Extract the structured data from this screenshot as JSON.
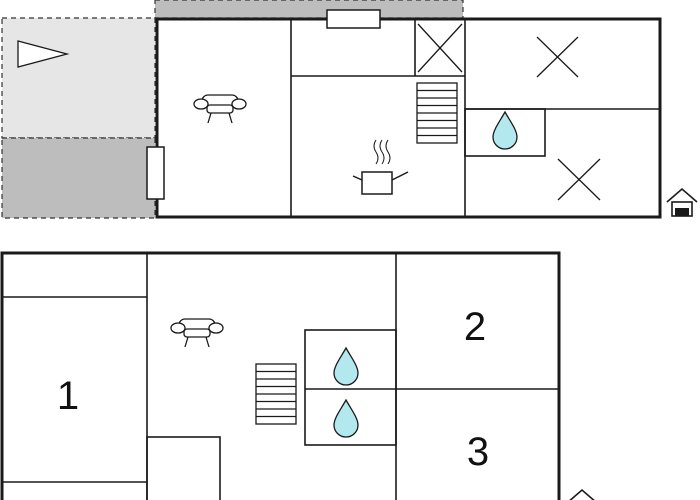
{
  "colors": {
    "wall": "#1a1a1a",
    "terrace_light": "#e6e6e6",
    "terrace_dark": "#bdbdbd",
    "water": "#b3e8ee",
    "background": "#ffffff"
  },
  "icons": {
    "sofa": "sofa-icon",
    "cooking_pot": "cooking-pot-icon",
    "stairs": "staircase-icon",
    "bathroom": "water-drop-icon",
    "bedroom": "cross-mark-icon",
    "entrance": "house-entrance-icon",
    "direction": "triangle-pointer-icon"
  },
  "floors": {
    "upper": {
      "rooms": [
        {
          "id": "living",
          "icon": "sofa-icon"
        },
        {
          "id": "kitchen",
          "icon": "cooking-pot-icon"
        },
        {
          "id": "bath",
          "icon": "water-drop-icon"
        },
        {
          "id": "bed-a",
          "icon": "cross-mark-icon"
        },
        {
          "id": "bed-b",
          "icon": "cross-mark-icon"
        }
      ]
    },
    "lower": {
      "room_labels": [
        "1",
        "2",
        "3"
      ]
    }
  }
}
